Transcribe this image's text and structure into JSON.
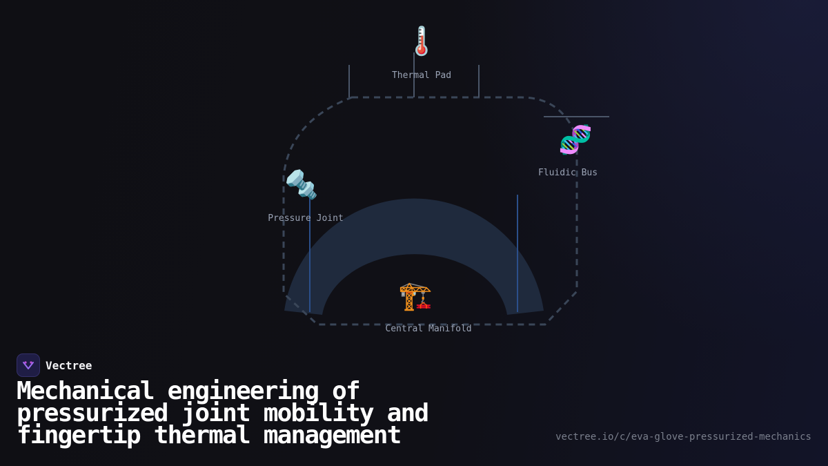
{
  "diagram": {
    "nodes": [
      {
        "id": "thermal-pad",
        "label": "Thermal Pad",
        "icon": "thermometer-icon",
        "glyph": "🌡️"
      },
      {
        "id": "fluidic-bus",
        "label": "Fluidic Bus",
        "icon": "dna-icon",
        "glyph": "🧬"
      },
      {
        "id": "pressure-joint",
        "label": "Pressure Joint",
        "icon": "nut-and-bolt-icon",
        "glyph": "🔩"
      },
      {
        "id": "central-manifold",
        "label": "Central Manifold",
        "icon": "construction-crane-icon",
        "glyph": "🏗️"
      }
    ],
    "colors": {
      "outline": "#3a4658",
      "arc_fill": "#1f2a3d",
      "connector": "#4a5568",
      "blue_line": "#2b4f8a"
    }
  },
  "brand": {
    "name": "Vectree",
    "logo_icon": "vectree-logo-icon"
  },
  "title": "Mechanical engineering of pressurized joint mobility and fingertip thermal management",
  "url": "vectree.io/c/eva-glove-pressurized-mechanics"
}
